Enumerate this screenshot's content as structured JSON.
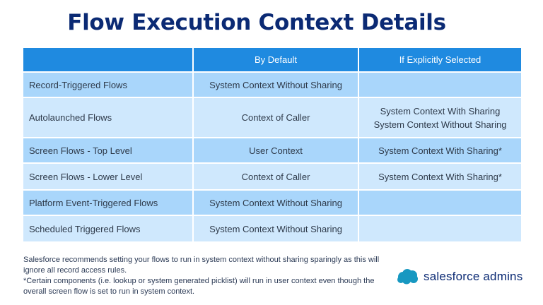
{
  "title": "Flow Execution Context Details",
  "table": {
    "headers": [
      "",
      "By Default",
      "If Explicitly Selected"
    ],
    "rows": [
      {
        "flow": "Record-Triggered Flows",
        "default": "System Context Without Sharing",
        "explicit": ""
      },
      {
        "flow": "Autolaunched Flows",
        "default": "Context of Caller",
        "explicit_lines": [
          "System Context With Sharing",
          "System Context Without Sharing"
        ]
      },
      {
        "flow": "Screen Flows - Top Level",
        "default": "User Context",
        "explicit": "System Context With Sharing*"
      },
      {
        "flow": "Screen Flows - Lower Level",
        "default": "Context of Caller",
        "explicit": "System Context With Sharing*"
      },
      {
        "flow": "Platform Event-Triggered Flows",
        "default": "System Context Without Sharing",
        "explicit": ""
      },
      {
        "flow": "Scheduled Triggered Flows",
        "default": "System Context Without Sharing",
        "explicit": ""
      }
    ]
  },
  "footnotes": [
    "Salesforce recommends setting your flows to run in system context without sharing sparingly as this will ignore all record access rules.",
    "*Certain components (i.e. lookup or system generated picklist) will run in user context even though the overall screen flow is set to run in system context."
  ],
  "brand": {
    "text": "salesforce admins",
    "icon": "cloud-icon"
  },
  "colors": {
    "title": "#0b2a74",
    "header_bg": "#1f8ae0",
    "row_dark": "#a9d6fb",
    "row_light": "#cfe8fd",
    "logo_blue": "#1798c1"
  }
}
